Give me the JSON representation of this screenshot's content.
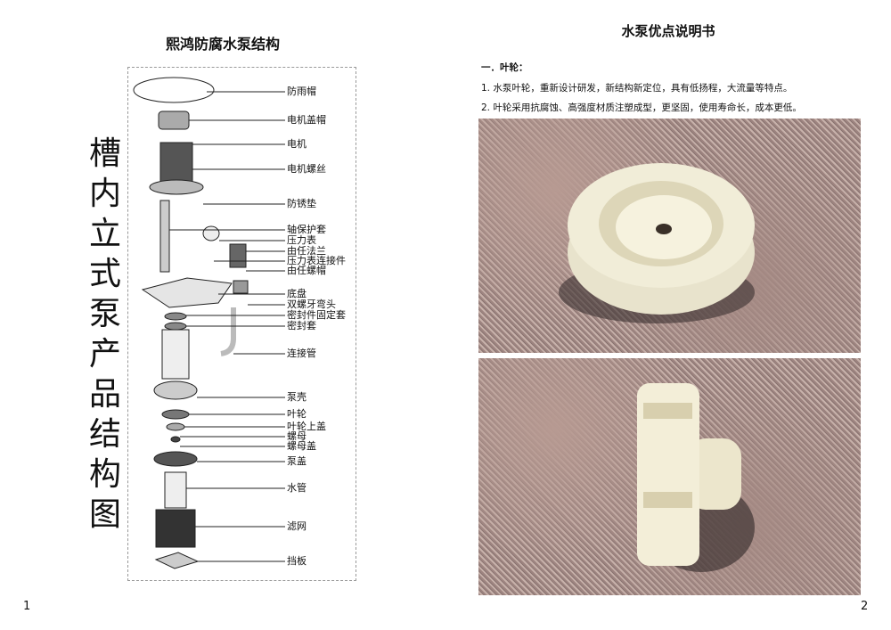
{
  "left_page": {
    "title": "熙鸿防腐水泵结构",
    "vertical_title": [
      "槽",
      "内",
      "立",
      "式",
      "泵",
      "产",
      "品",
      "结",
      "构",
      "图"
    ],
    "labels": [
      "防雨帽",
      "电机盖帽",
      "电机",
      "电机螺丝",
      "防锈垫",
      "轴保护套",
      "压力表",
      "由任法兰",
      "压力表连接件",
      "由任螺帽",
      "底盘",
      "双螺牙弯头",
      "密封件固定套",
      "密封套",
      "连接管",
      "泵壳",
      "叶轮",
      "叶轮上盖",
      "螺母",
      "螺母盖",
      "泵盖",
      "水管",
      "滤网",
      "挡板"
    ],
    "page_number": "1"
  },
  "right_page": {
    "title": "水泵优点说明书",
    "section": "一．叶轮：",
    "items": [
      "1.  水泵叶轮，重新设计研发，新结构新定位，具有低扬程，大流量等特点。",
      "2.  叶轮采用抗腐蚀、高强度材质注塑成型，更坚固，使用寿命长，成本更低。"
    ],
    "page_number": "2"
  }
}
